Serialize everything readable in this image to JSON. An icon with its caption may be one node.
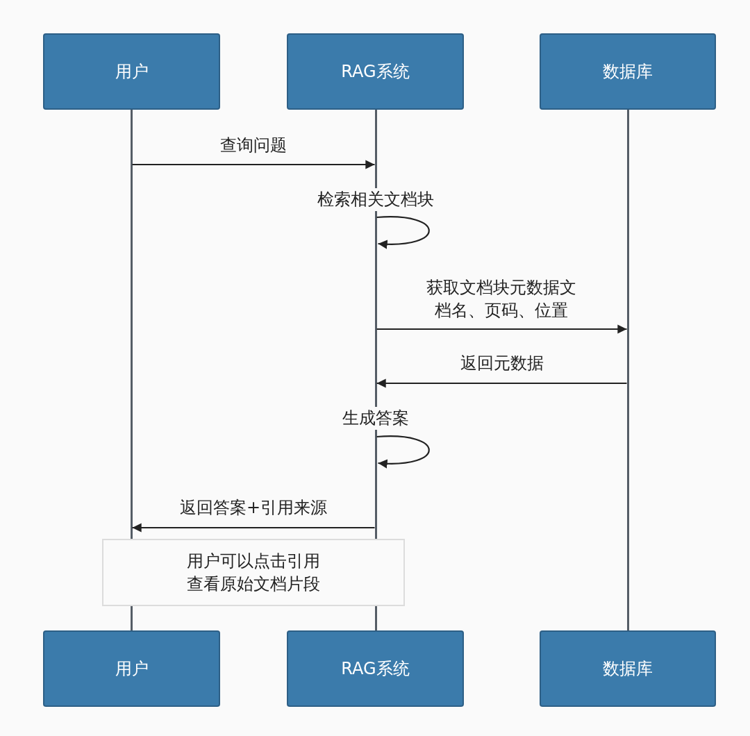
{
  "diagram": {
    "nodes": [
      {
        "text": [
          "用户"
        ]
      },
      {
        "text": [
          "RAG系统"
        ]
      },
      {
        "text": [
          "数据库"
        ]
      },
      {
        "text": [],
        "shape": "bar"
      },
      {
        "text": [],
        "shape": "bar"
      },
      {
        "text": [],
        "shape": "bar"
      },
      {
        "text": [
          "用户可以点击引用查看原始文档片段"
        ]
      },
      {
        "text": [
          "用户"
        ]
      },
      {
        "text": [
          "RAG系统"
        ]
      },
      {
        "text": [
          "数据库"
        ]
      }
    ],
    "edges": [
      {
        "from": 3,
        "to": 4,
        "arrow": "to",
        "label": "查询问题"
      },
      {
        "from": 4,
        "to": 4,
        "arrow": "to",
        "label": "检索相关文档块"
      },
      {
        "from": 4,
        "to": 5,
        "arrow": "to",
        "label": "获取文档块元数据文档名、页码、位置"
      },
      {
        "from": 5,
        "to": 4,
        "arrow": "to",
        "label": "返回元数据"
      },
      {
        "from": 4,
        "to": 4,
        "arrow": "to",
        "label": "生成答案"
      },
      {
        "from": 4,
        "to": 3,
        "arrow": "to",
        "label": "返回答案+引用来源"
      }
    ]
  }
}
